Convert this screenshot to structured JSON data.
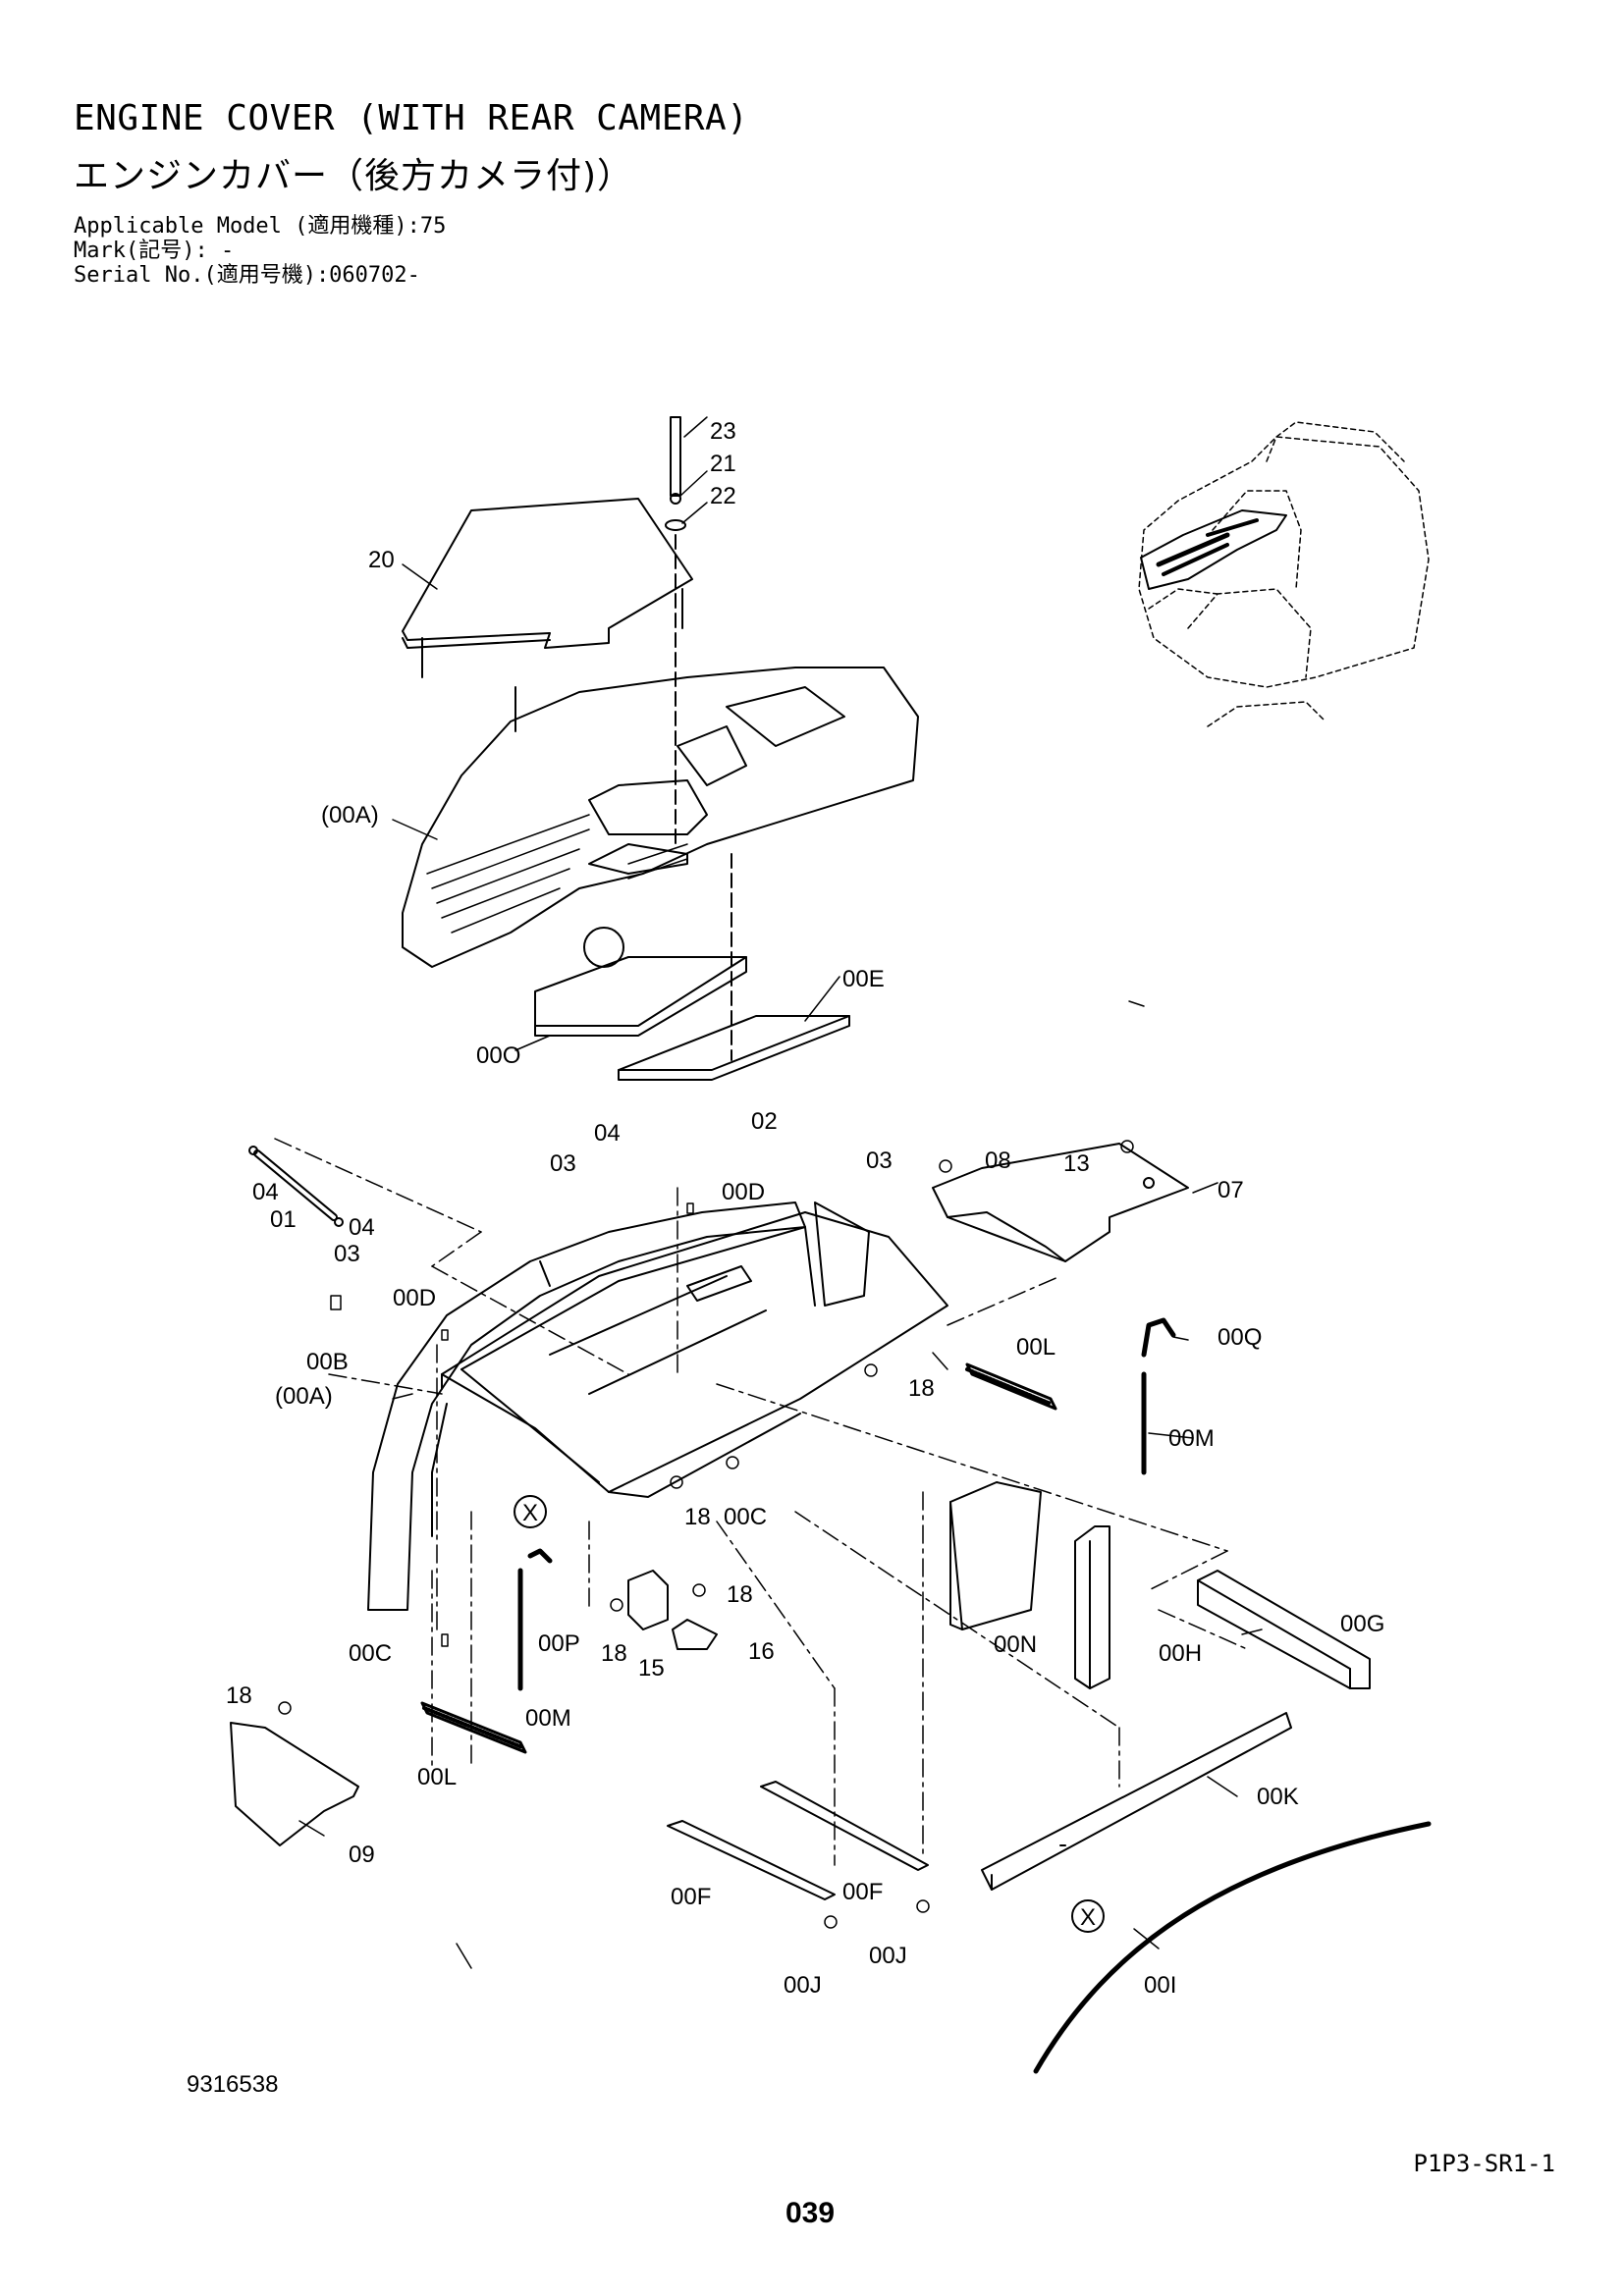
{
  "header": {
    "title_en": "ENGINE COVER (WITH REAR CAMERA)",
    "title_jp": "エンジンカバー（後方カメラ付)）",
    "applicable_model": "Applicable Model (適用機種):75",
    "mark": "Mark(記号): -",
    "serial_no": "Serial No.(適用号機):060702-"
  },
  "diagram": {
    "labels": [
      "23",
      "21",
      "22",
      "20",
      "(00A)",
      "00E",
      "00O",
      "04",
      "02",
      "03",
      "03",
      "04",
      "01",
      "04",
      "03",
      "00D",
      "08",
      "13",
      "07",
      "00D",
      "00B",
      "00L",
      "00Q",
      "18",
      "(00A)",
      "00M",
      "18",
      "00C",
      "18",
      "00P",
      "18",
      "15",
      "16",
      "00N",
      "00H",
      "00G",
      "00C",
      "00M",
      "18",
      "00L",
      "09",
      "00K",
      "00F",
      "00F",
      "00J",
      "00J",
      "00I"
    ],
    "callout_mark": "X"
  },
  "footer": {
    "drawing_code": "9316538",
    "sheet_ref": "P1P3-SR1-1",
    "page_number": "039"
  }
}
